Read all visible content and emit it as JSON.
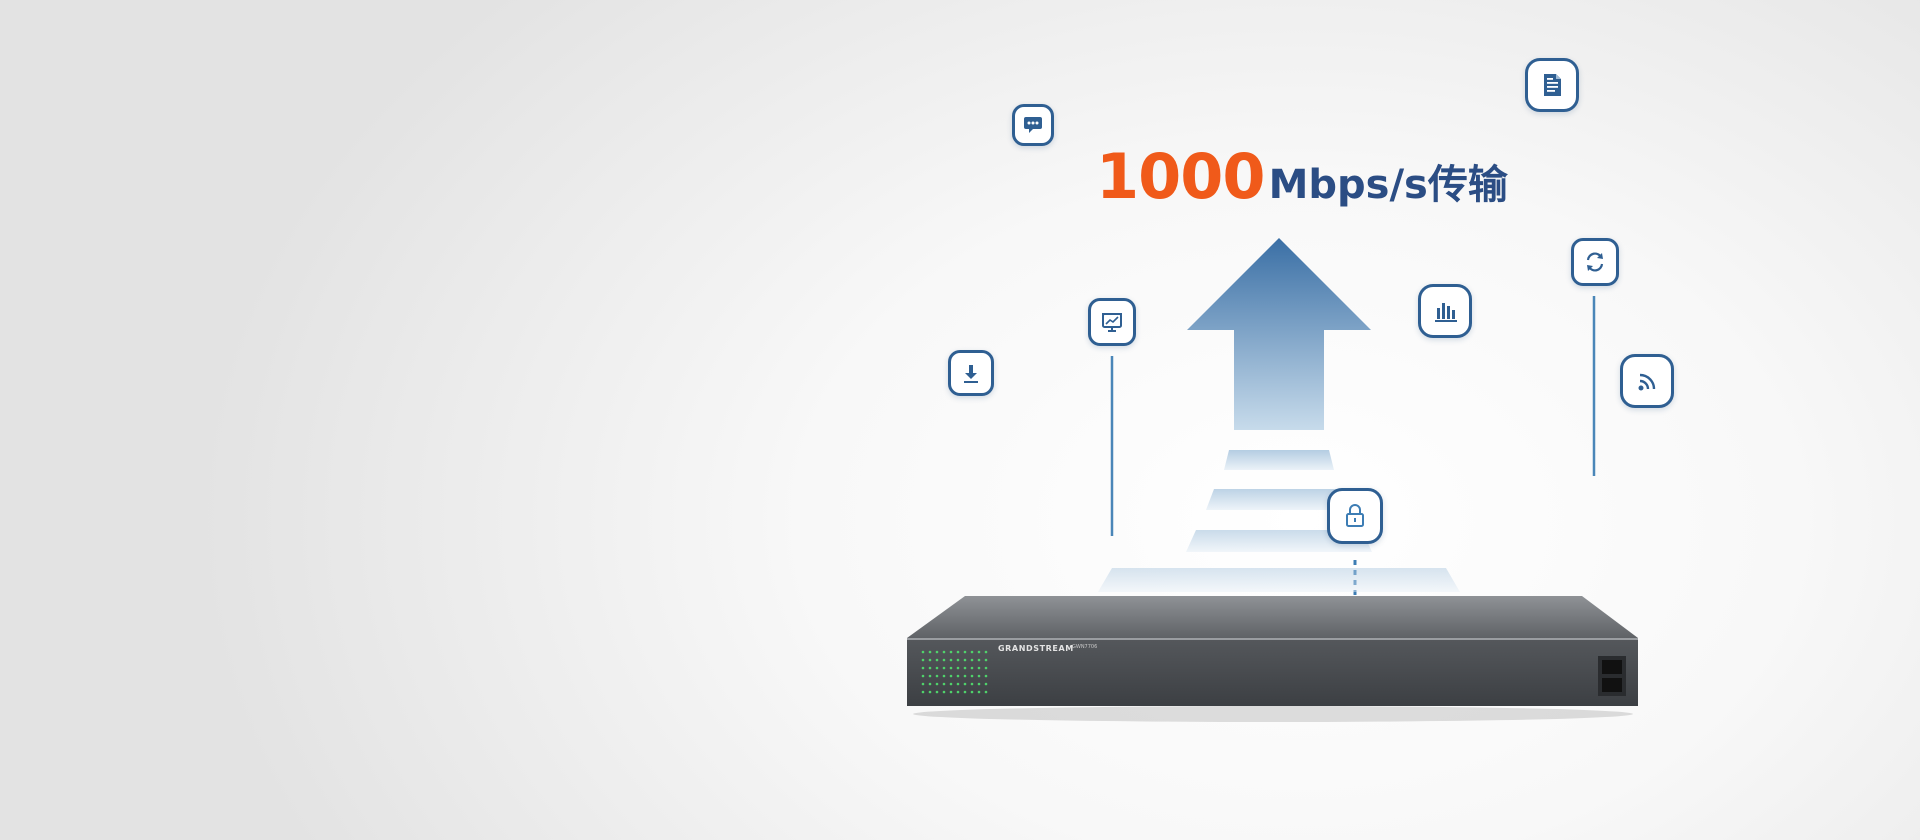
{
  "headline": {
    "number": "1000",
    "unit": "Mbps/s传输"
  },
  "icons": [
    {
      "name": "chat-icon"
    },
    {
      "name": "document-icon"
    },
    {
      "name": "presentation-icon"
    },
    {
      "name": "chart-icon"
    },
    {
      "name": "sync-icon"
    },
    {
      "name": "download-icon"
    },
    {
      "name": "wifi-icon"
    },
    {
      "name": "lock-icon"
    }
  ],
  "device": {
    "brand": "GRANDSTREAM",
    "model": "GWN7706"
  },
  "colors": {
    "accent_orange": "#f05a1a",
    "accent_navy": "#2b4d84",
    "icon_border": "#2f5f92",
    "arrow_top": "#3a6fa5",
    "switch_body": "#4a4d51"
  }
}
